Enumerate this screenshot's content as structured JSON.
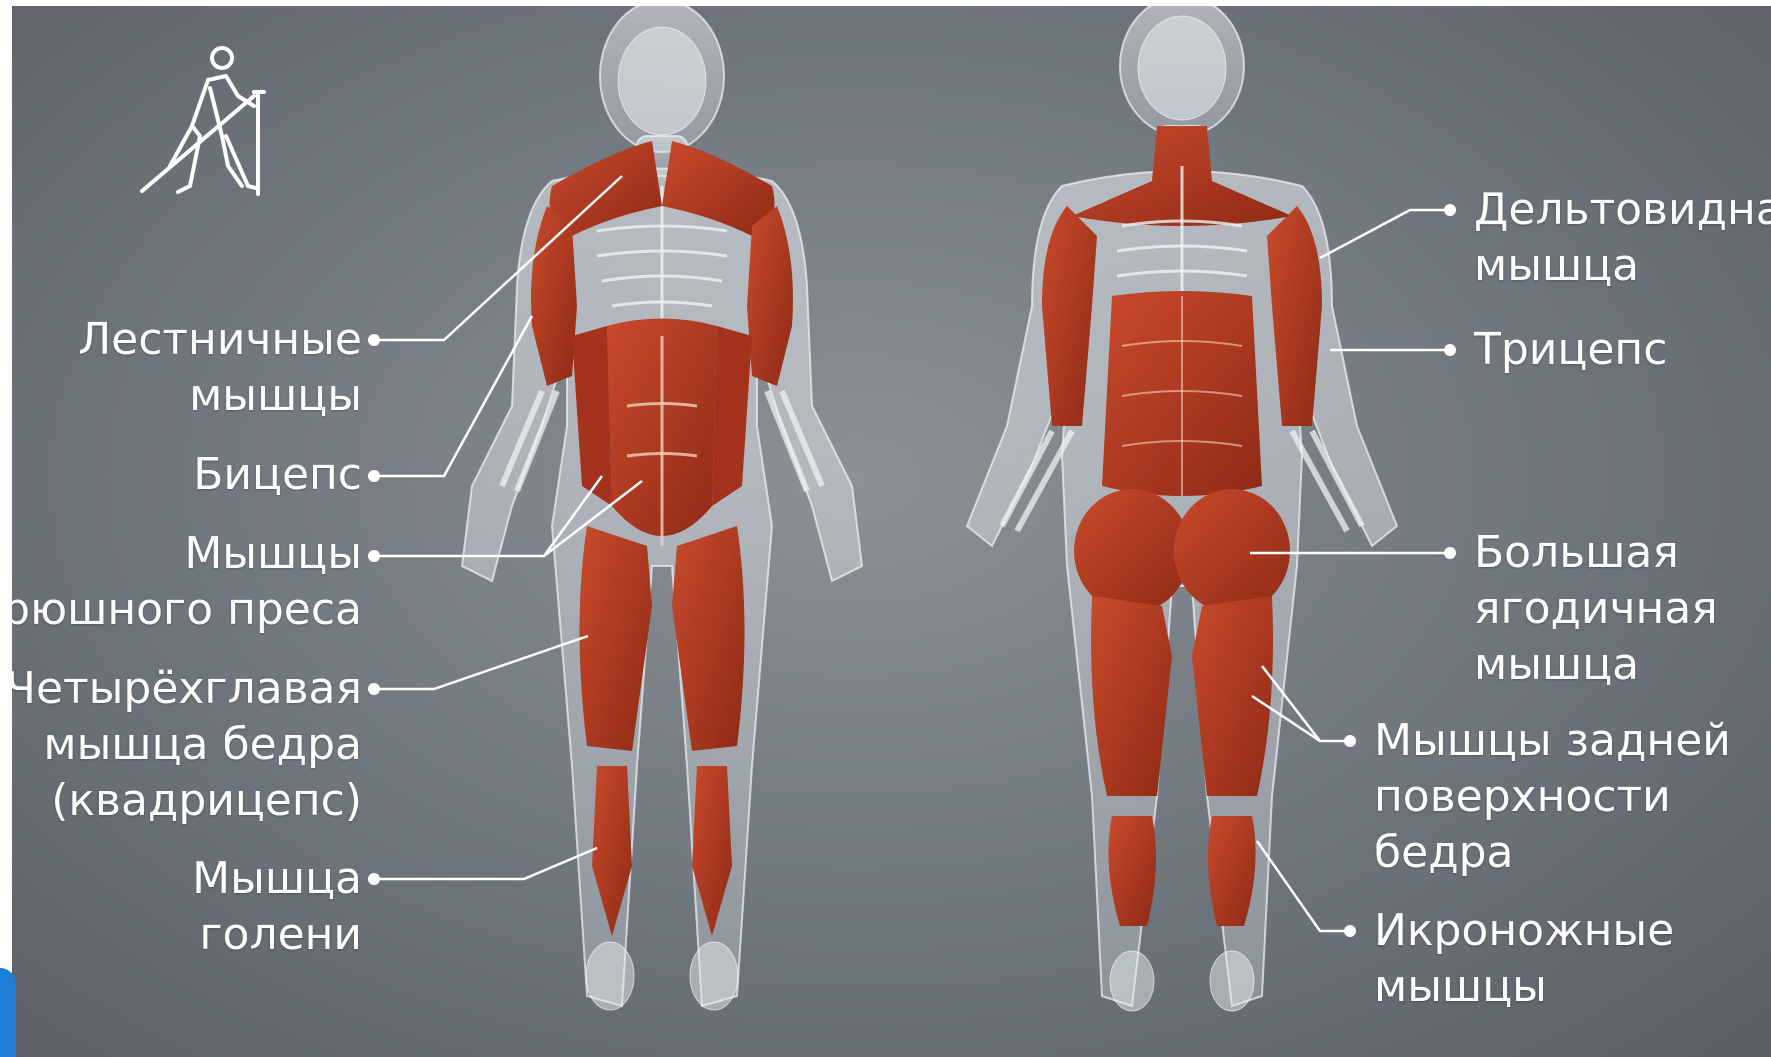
{
  "labels_left": [
    {
      "id": "scalene",
      "lines": [
        "Лестничные",
        "мышцы"
      ]
    },
    {
      "id": "biceps",
      "lines": [
        "Бицепс"
      ]
    },
    {
      "id": "abs",
      "lines": [
        "Мышцы",
        "брюшного преса"
      ]
    },
    {
      "id": "quadriceps",
      "lines": [
        "Четырёхглавая",
        "мышца бедра",
        "(квадрицепс)"
      ]
    },
    {
      "id": "shin",
      "lines": [
        "Мышца",
        "голени"
      ]
    }
  ],
  "labels_right": [
    {
      "id": "deltoid",
      "lines": [
        "Дельтовидная",
        "мышца"
      ]
    },
    {
      "id": "triceps",
      "lines": [
        "Трицепс"
      ]
    },
    {
      "id": "gluteus",
      "lines": [
        "Большая",
        "ягодичная",
        "мышца"
      ]
    },
    {
      "id": "hamstrings",
      "lines": [
        "Мышцы задней",
        "поверхности",
        "бедра"
      ]
    },
    {
      "id": "calves",
      "lines": [
        "Икроножные",
        "мышцы"
      ]
    }
  ],
  "icons": {
    "walker": "nordic-walking-icon"
  },
  "colors": {
    "background": "#6f757c",
    "muscle": "#b23a22",
    "skeleton": "#e8ecef",
    "text": "#ffffff",
    "accent_corner": "#1e7fd6"
  }
}
